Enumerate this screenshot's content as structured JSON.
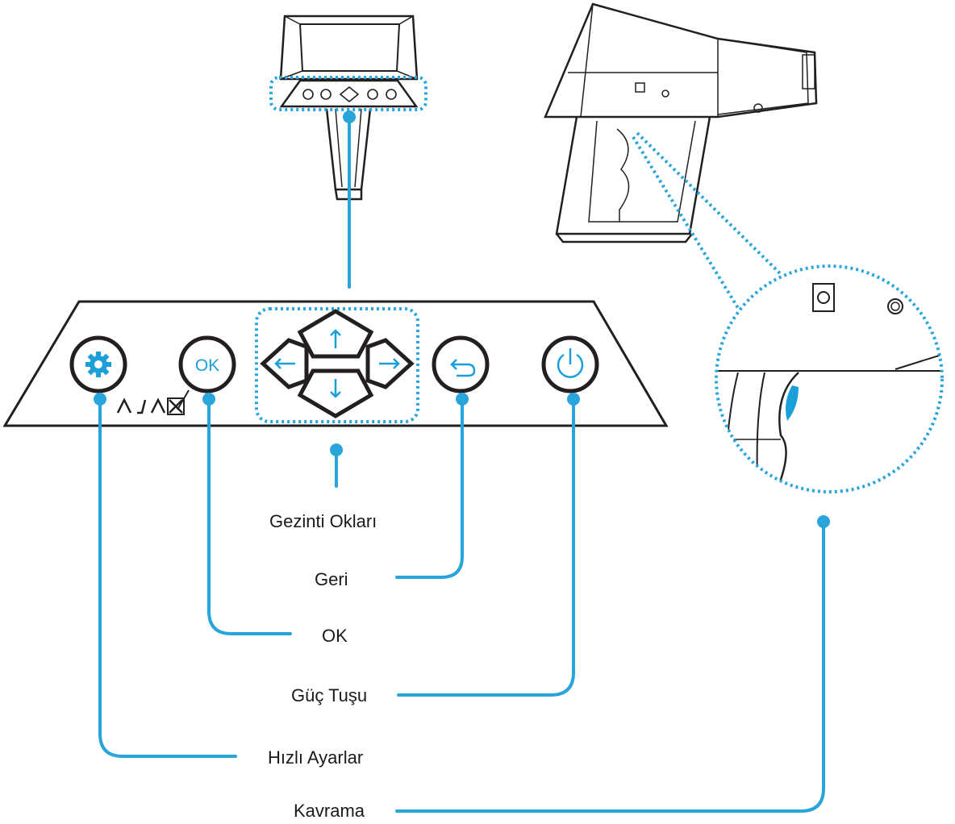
{
  "labels": {
    "navigation_arrows": "Gezinti Okları",
    "back": "Geri",
    "ok": "OK",
    "power": "Güç Tuşu",
    "quick_settings": "Hızlı Ayarlar",
    "grip": "Kavrama"
  },
  "panel": {
    "ok_button_text": "OK",
    "brand_logo_text": "AJAX"
  },
  "colors": {
    "accent": "#2aa5dc",
    "ink": "#231f20"
  },
  "icons": [
    "gear-icon",
    "ok-icon",
    "arrow-up-icon",
    "arrow-down-icon",
    "arrow-left-icon",
    "arrow-right-icon",
    "back-arrow-icon",
    "power-icon"
  ]
}
